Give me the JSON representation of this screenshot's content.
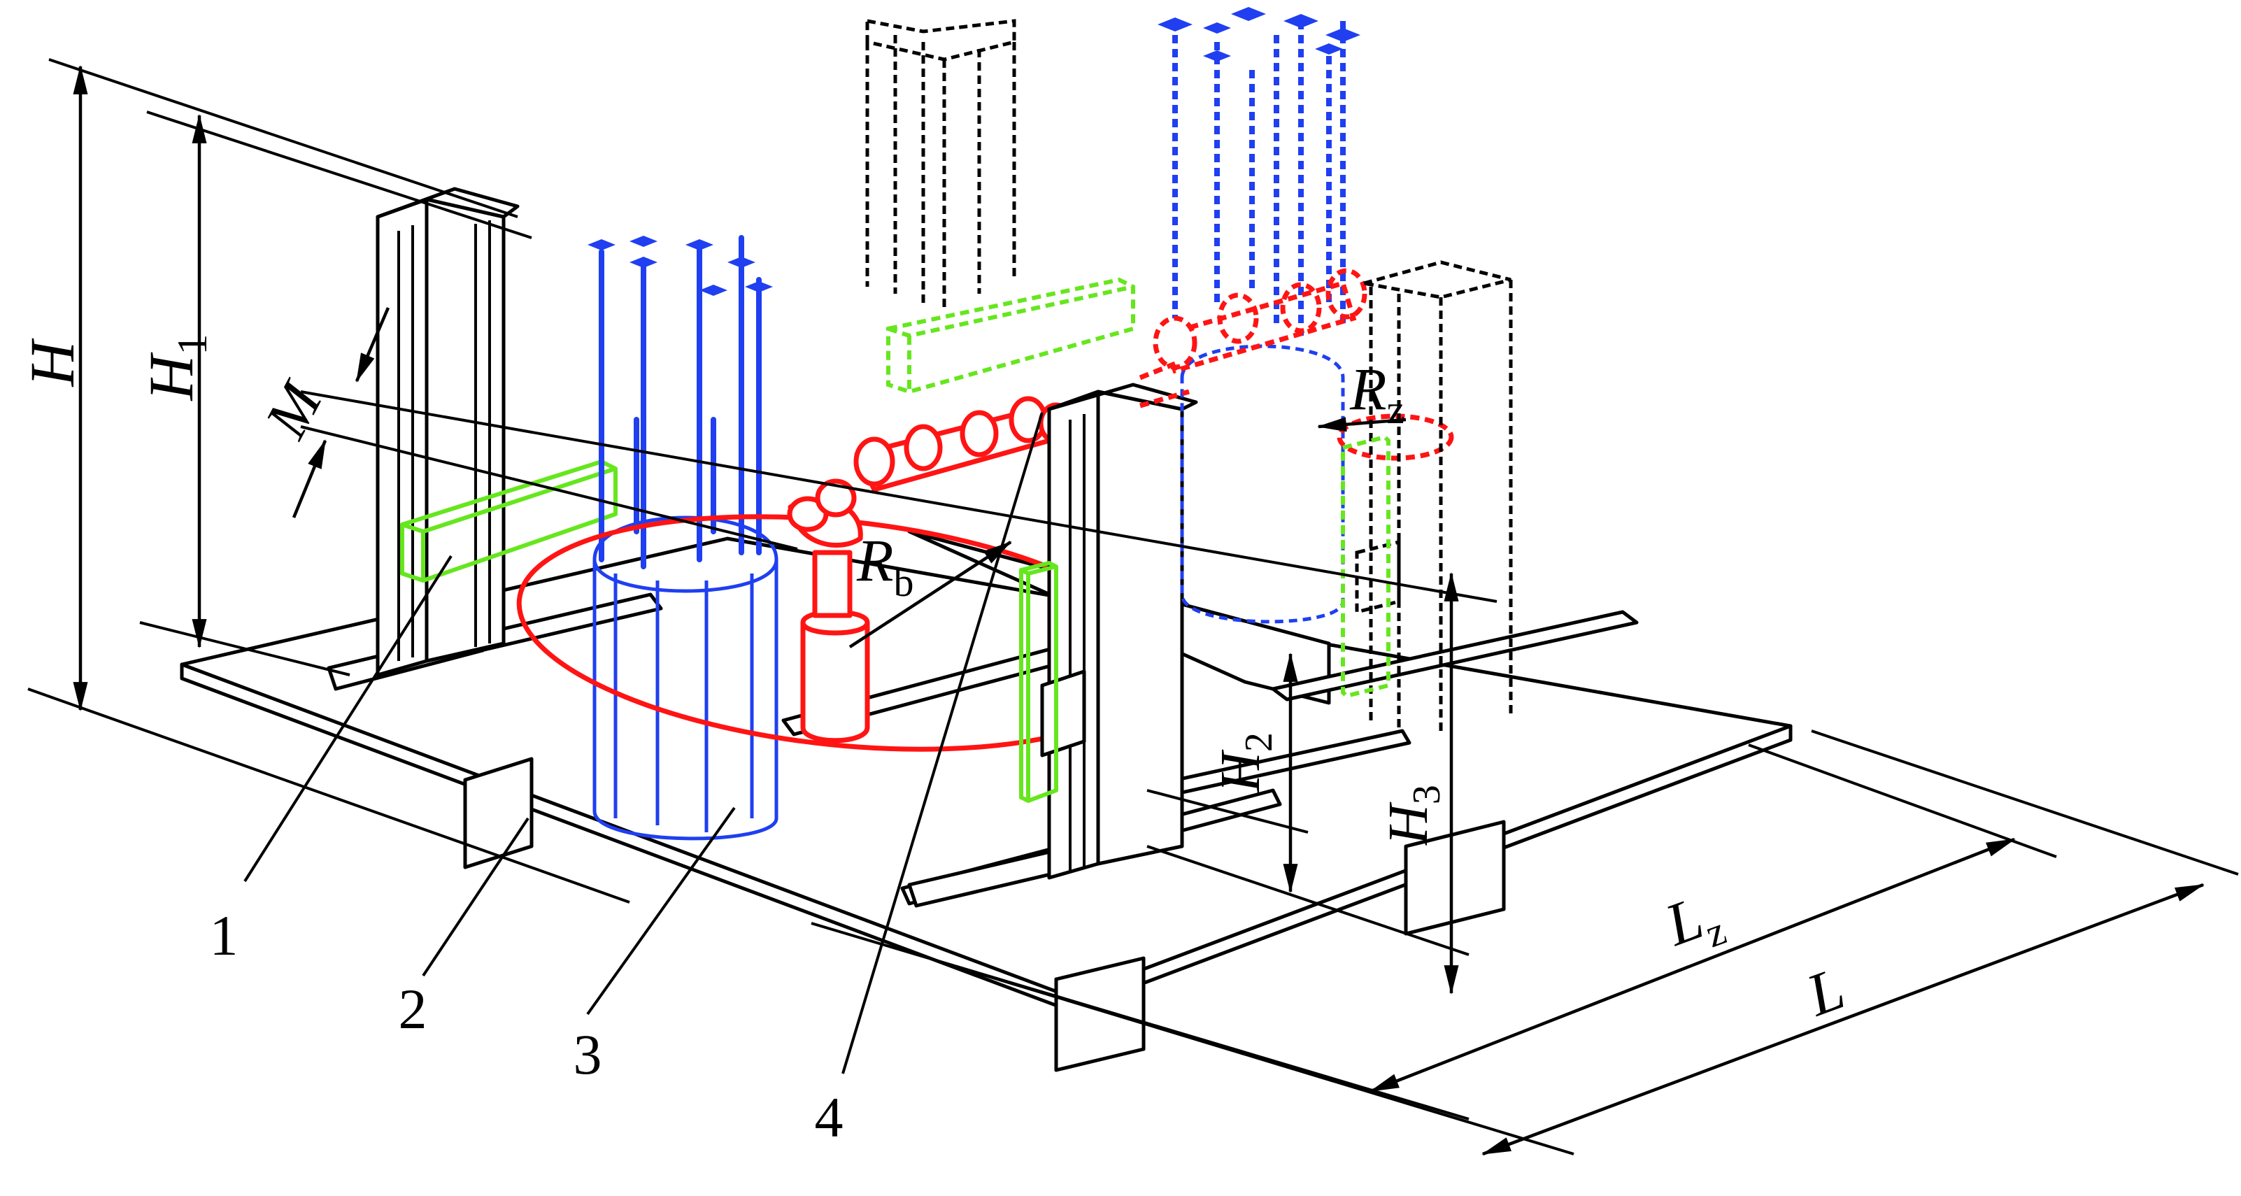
{
  "colors": {
    "outline": "#000000",
    "pipe_rods": "#1f3ff0",
    "manipulator": "#ff1414",
    "gripper": "#66e61e"
  },
  "dimension_labels": {
    "H": {
      "main": "H",
      "sub": ""
    },
    "H1": {
      "main": "H",
      "sub": "1"
    },
    "H2": {
      "main": "H",
      "sub": "2"
    },
    "H3": {
      "main": "H",
      "sub": "3"
    },
    "M": {
      "main": "M",
      "sub": ""
    },
    "Rb": {
      "main": "R",
      "sub": "b"
    },
    "Rz": {
      "main": "R",
      "sub": "z"
    },
    "Lz": {
      "main": "L",
      "sub": "z"
    },
    "L": {
      "main": "L",
      "sub": ""
    }
  },
  "callouts": [
    "1",
    "2",
    "3",
    "4"
  ]
}
